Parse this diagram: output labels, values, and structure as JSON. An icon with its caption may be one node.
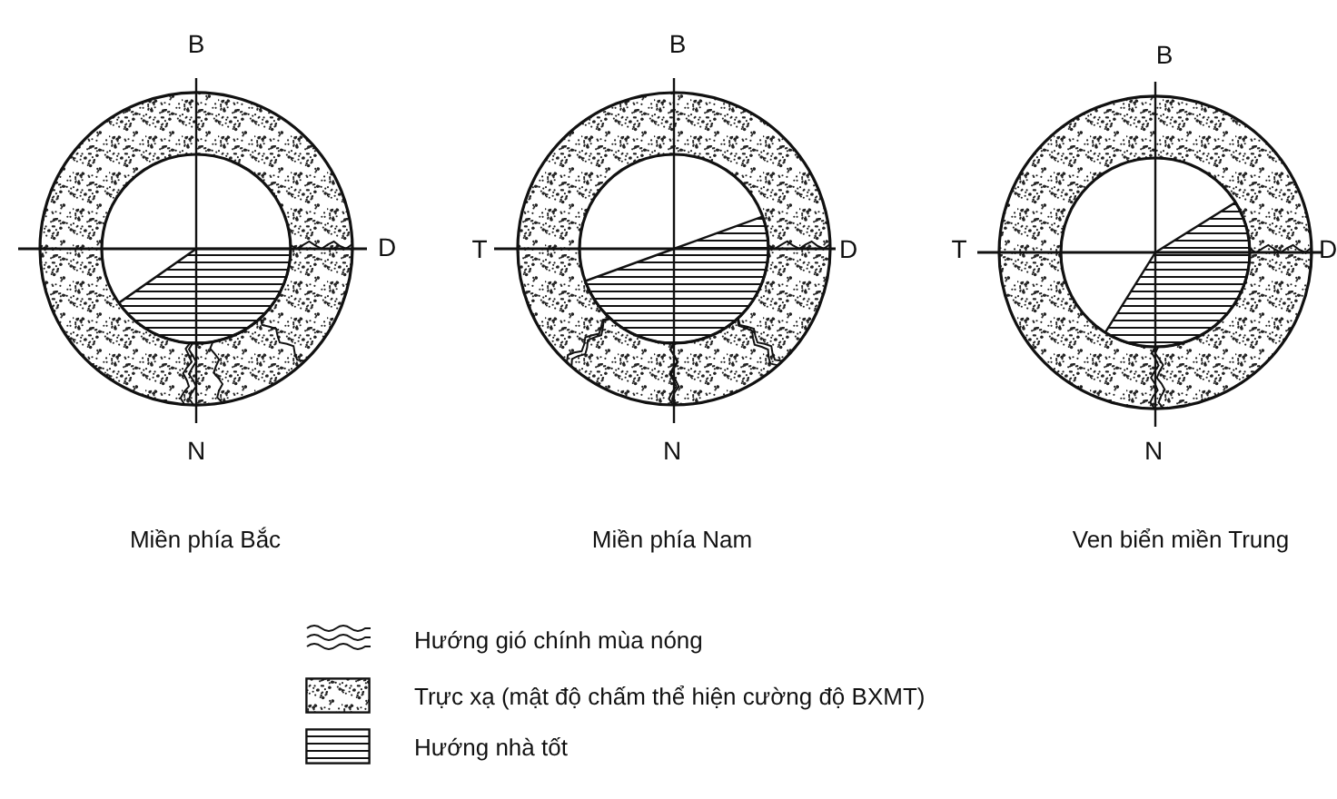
{
  "diagram": {
    "labels": [
      "B",
      "D",
      "N",
      "B",
      "T",
      "D",
      "N",
      "B",
      "T",
      "D",
      "N",
      "Miền phía Bắc",
      "Miền phía Nam",
      "Ven biển miền Trung"
    ],
    "legend": [
      {
        "text": "Hướng gió chính mùa nóng"
      },
      {
        "text": "Trực xạ (mật độ chấm thể hiện cường độ BXMT)"
      },
      {
        "text": "Hướng nhà tốt"
      }
    ]
  }
}
